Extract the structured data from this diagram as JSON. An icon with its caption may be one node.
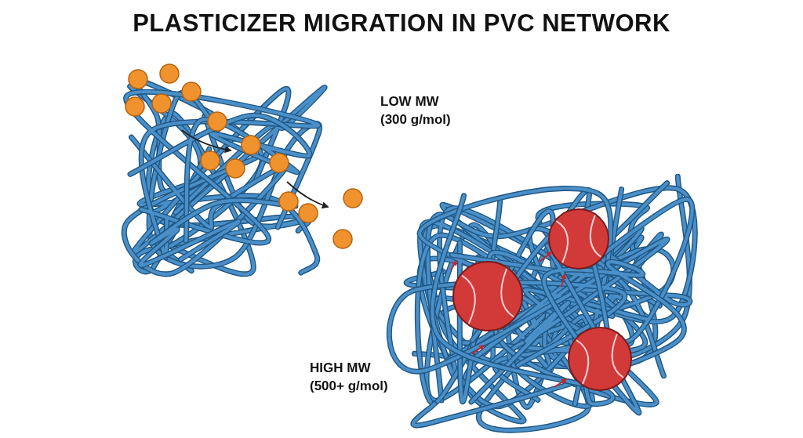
{
  "diagram": {
    "title": "PLASTICIZER MIGRATION IN PVC NETWORK",
    "labels": [
      "LOW MW (300 g/mol)",
      "HIGH MW (500+ g/mol)"
    ]
  }
}
